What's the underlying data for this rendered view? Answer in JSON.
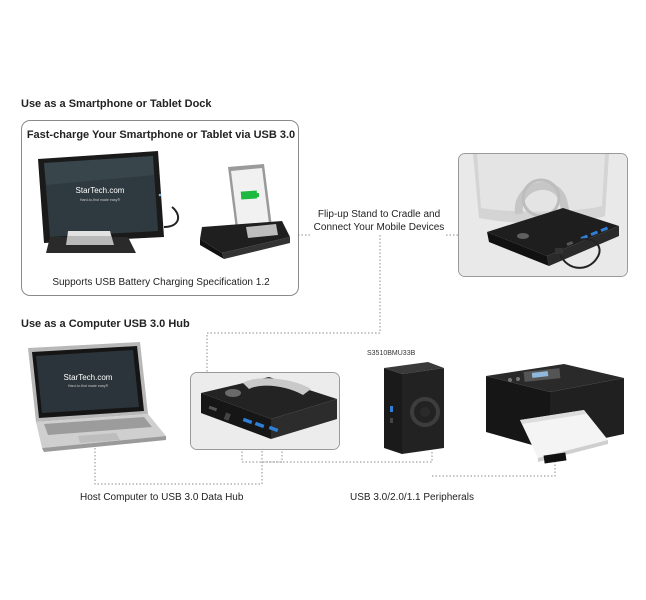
{
  "sections": {
    "dock_heading": "Use as a Smartphone or Tablet Dock",
    "hub_heading": "Use as a Computer USB 3.0 Hub"
  },
  "dock_panel": {
    "title": "Fast-charge Your Smartphone or Tablet via USB 3.0",
    "caption": "Supports USB Battery Charging Specification 1.2",
    "tablet_logo": "StarTech.com",
    "tablet_tagline": "Hard-to-find made easy®"
  },
  "labels": {
    "flip_up_line1": "Flip-up Stand to Cradle and",
    "flip_up_line2": "Connect Your Mobile Devices",
    "host_computer": "Host Computer to USB 3.0 Data Hub",
    "peripherals": "USB 3.0/2.0/1.1 Peripherals",
    "enclosure_model": "S3510BMU33B"
  },
  "laptop": {
    "logo": "StarTech.com",
    "tagline": "Hard-to-find made easy®"
  },
  "colors": {
    "usb_blue": "#2f7fd6",
    "connector": "#8c8c8c",
    "device_black": "#1b1b1b"
  }
}
